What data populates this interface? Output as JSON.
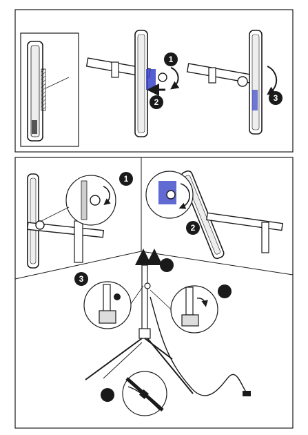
{
  "colors": {
    "ink": "#1a1a1a",
    "steel": "#8a8a8a",
    "steel_light": "#d9d9d9",
    "accent_blue": "#3a44c8",
    "badge": "#1a1a1a",
    "wall_line": "#555555"
  },
  "panel_top": {
    "steps": [
      {
        "label": "1"
      },
      {
        "label": "2"
      },
      {
        "label": "3"
      }
    ]
  },
  "panel_mid_left": {
    "steps": [
      {
        "label": "1"
      }
    ]
  },
  "panel_mid_right": {
    "steps": [
      {
        "label": "2"
      }
    ]
  },
  "panel_bottom": {
    "steps": [
      {
        "label": "3"
      },
      {
        "label": ""
      },
      {
        "label": ""
      },
      {
        "label": ""
      }
    ]
  },
  "icons": [
    "rotate-arrow-icon",
    "up-arrow-icon",
    "power-plug-icon"
  ]
}
